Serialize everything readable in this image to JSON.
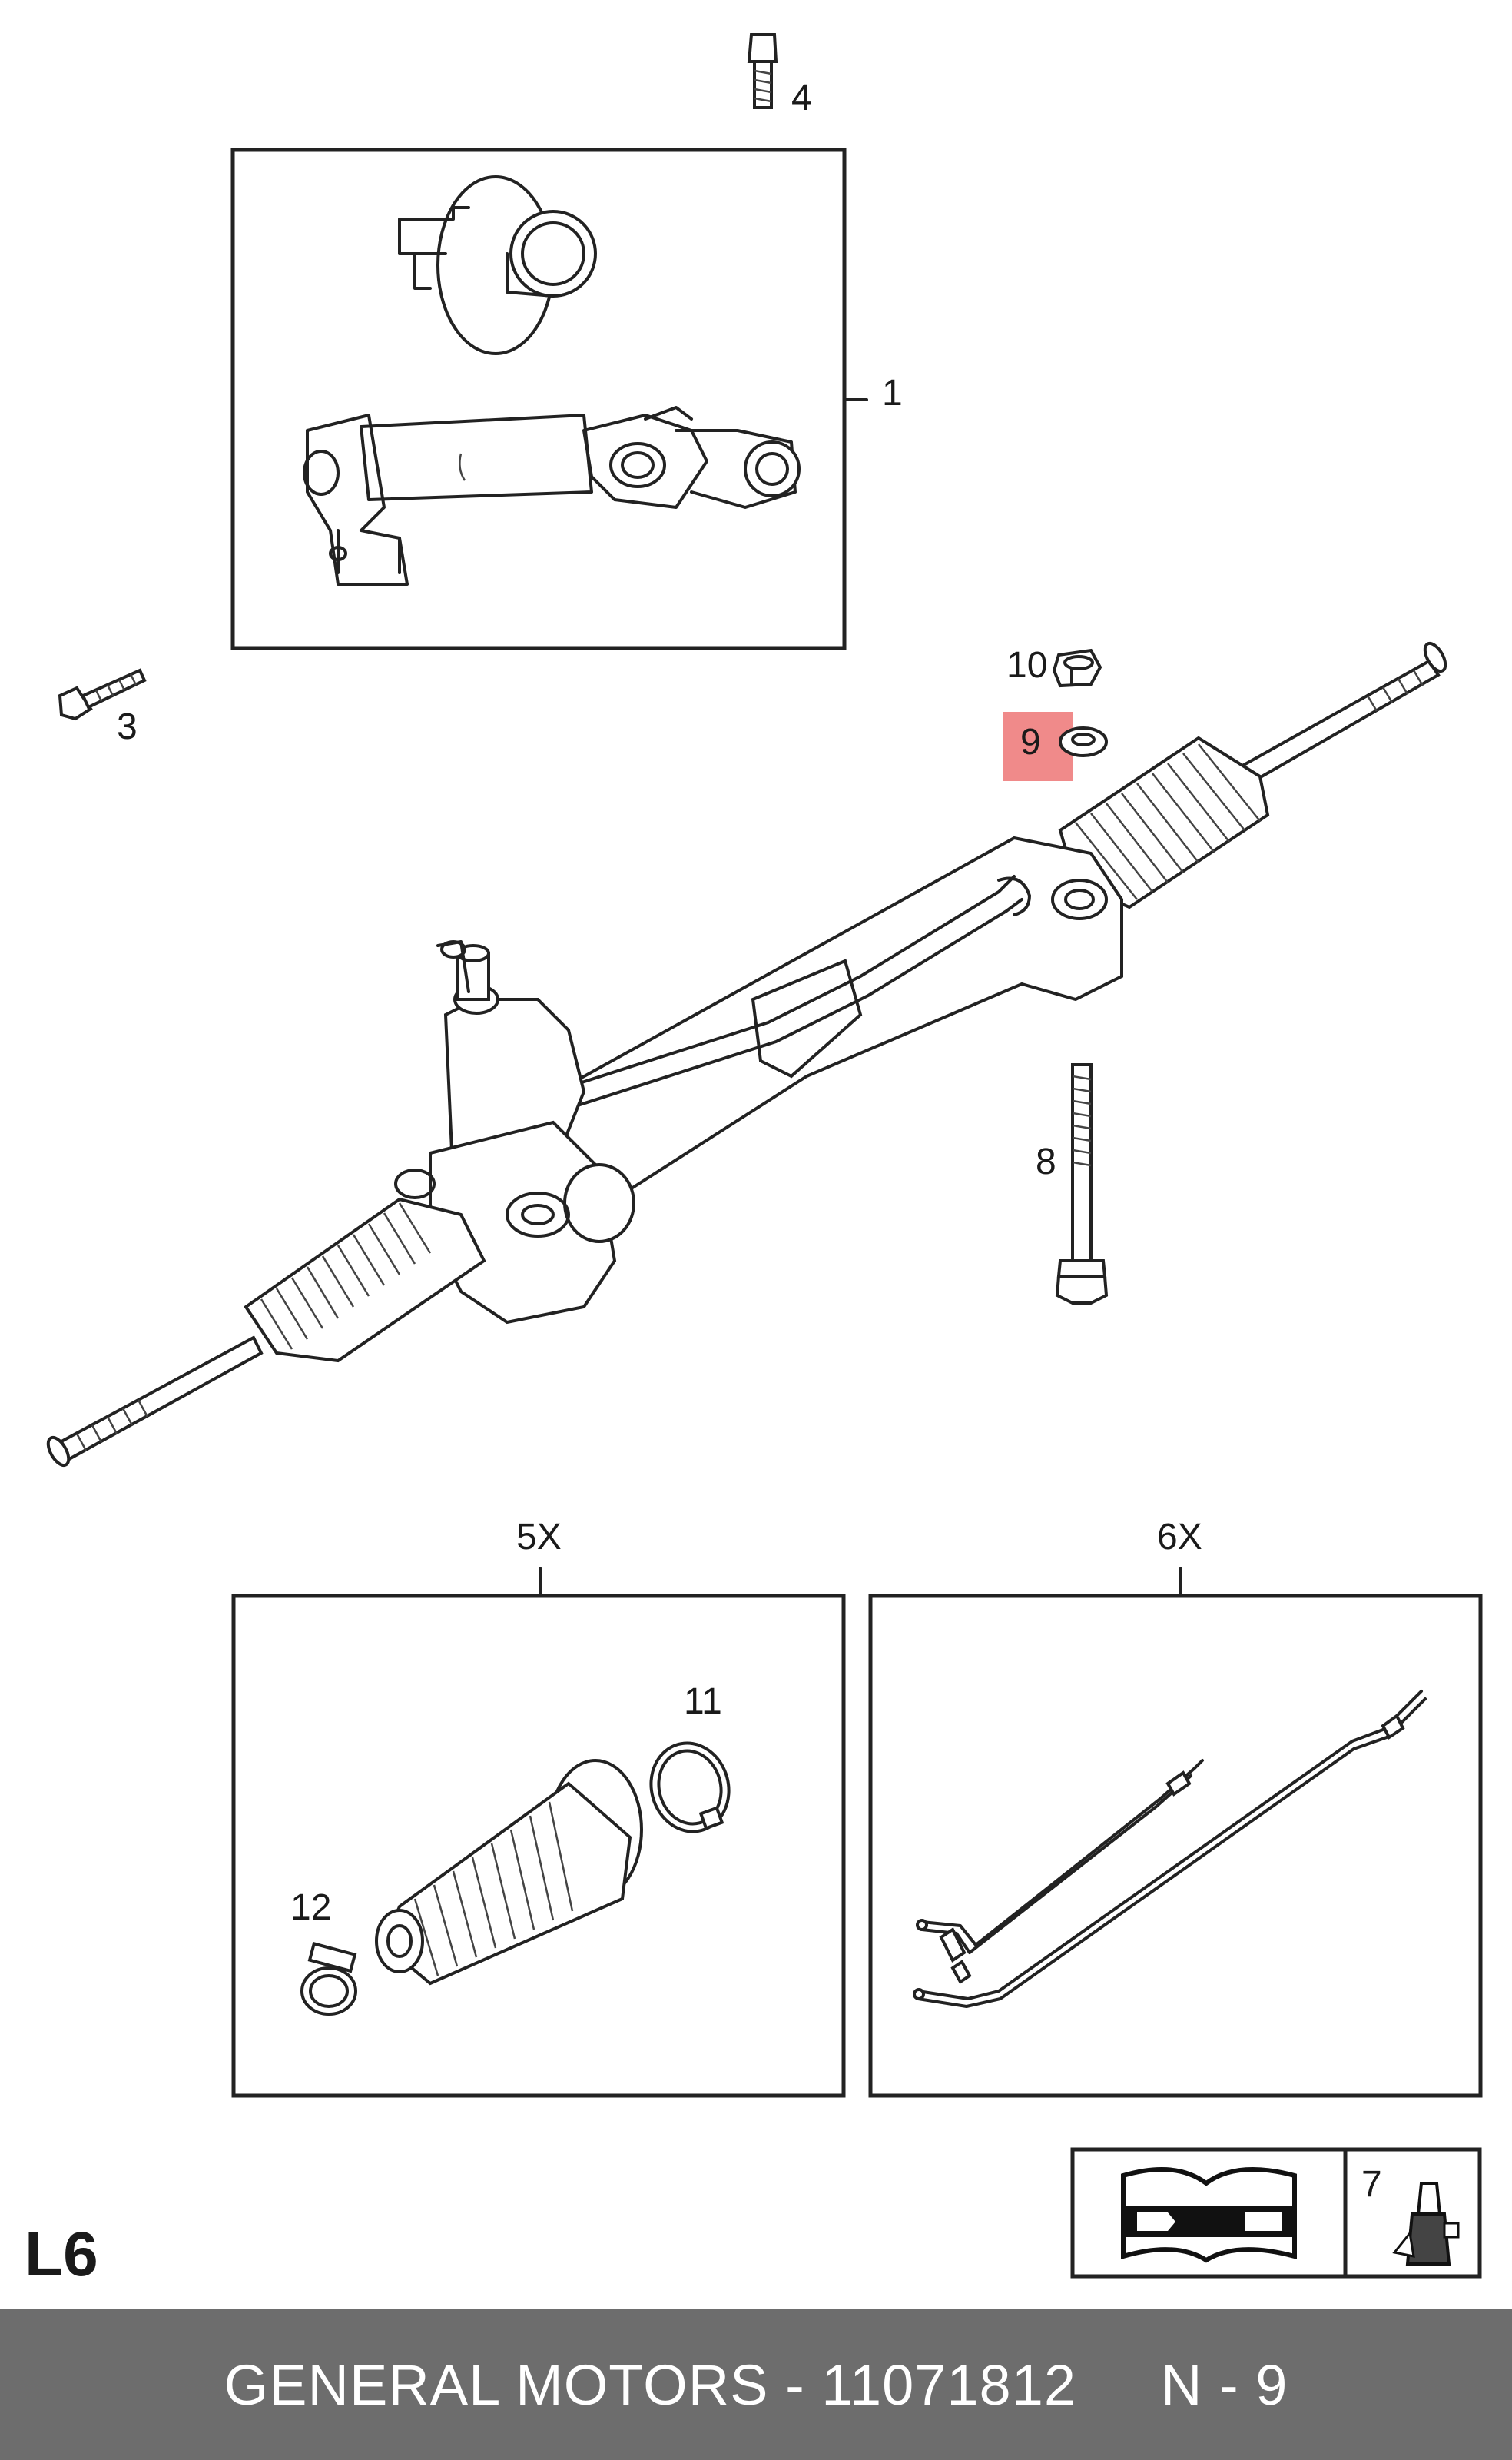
{
  "diagram": {
    "callouts": [
      {
        "id": "1",
        "text": "1"
      },
      {
        "id": "3",
        "text": "3"
      },
      {
        "id": "4",
        "text": "4"
      },
      {
        "id": "5X",
        "text": "5X"
      },
      {
        "id": "6X",
        "text": "6X"
      },
      {
        "id": "7",
        "text": "7"
      },
      {
        "id": "8",
        "text": "8"
      },
      {
        "id": "9",
        "text": "9"
      },
      {
        "id": "10",
        "text": "10"
      },
      {
        "id": "11",
        "text": "11"
      },
      {
        "id": "12",
        "text": "12"
      }
    ],
    "highlighted_part": "9",
    "highlight_color": "#f08a8a",
    "section_code": "L6",
    "icons": [
      "service-manual-icon",
      "sealant-tube-icon"
    ]
  },
  "footer": {
    "brand_part": "GENERAL MOTORS - 11071812",
    "page_ref": "N - 9",
    "background": "#6d6d6d"
  }
}
